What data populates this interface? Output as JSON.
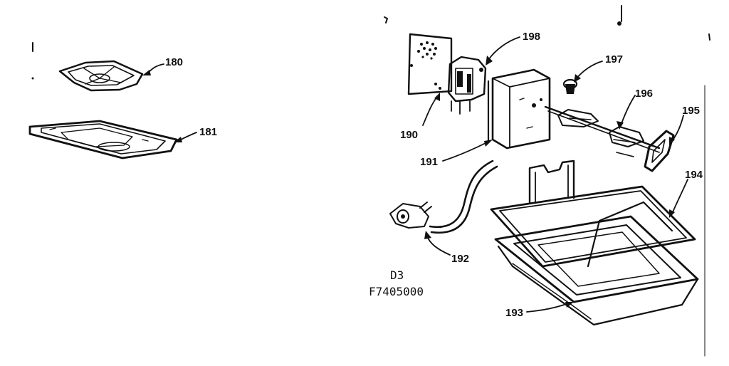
{
  "labels": {
    "p180": "180",
    "p181": "181",
    "p190": "190",
    "p191": "191",
    "p192": "192",
    "p193": "193",
    "p194": "194",
    "p195": "195",
    "p196": "196",
    "p197": "197",
    "p198": "198"
  },
  "drawing_code": {
    "line1": "D3",
    "line2": "F7405000"
  }
}
